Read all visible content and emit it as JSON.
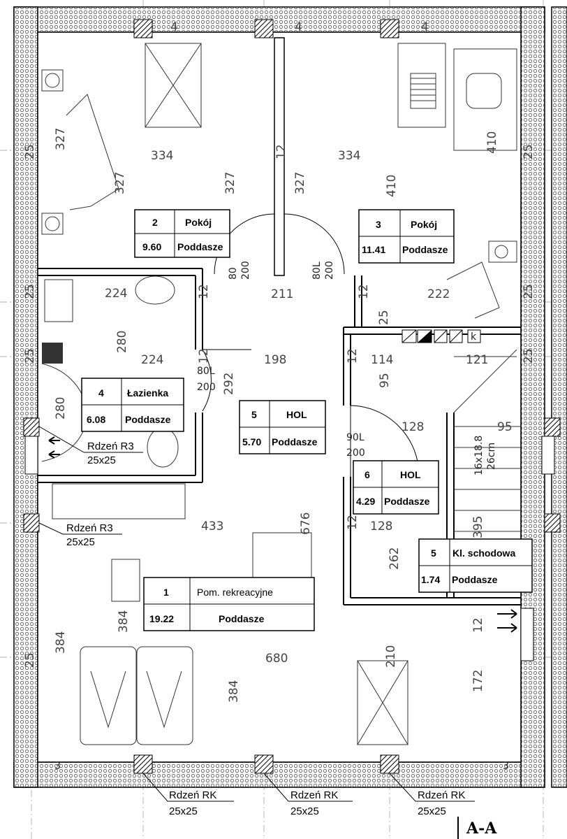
{
  "rooms": [
    {
      "num": "2",
      "name": "Pokój",
      "area": "9.60",
      "level": "Poddasze"
    },
    {
      "num": "3",
      "name": "Pokój",
      "area": "11.41",
      "level": "Poddasze"
    },
    {
      "num": "4",
      "name": "Łazienka",
      "area": "6.08",
      "level": "Poddasze"
    },
    {
      "num": "5",
      "name": "HOL",
      "area": "5.70",
      "level": "Poddasze"
    },
    {
      "num": "6",
      "name": "HOL",
      "area": "4.29",
      "level": "Poddasze"
    },
    {
      "num": "5",
      "name": "Kl. schodowa",
      "area": "1.74",
      "level": "Poddasze"
    },
    {
      "num": "1",
      "name": "Pom. rekreacyjne",
      "area": "19.22",
      "level": "Poddasze"
    }
  ],
  "cores": [
    {
      "name": "Rdzeń R3",
      "size": "25x25"
    },
    {
      "name": "Rdzeń R3",
      "size": "25x25"
    },
    {
      "name": "Rdzeń RK",
      "size": "25x25"
    },
    {
      "name": "Rdzeń RK",
      "size": "25x25"
    },
    {
      "name": "Rdzeń RK",
      "size": "25x25"
    }
  ],
  "doors": [
    {
      "width": "80",
      "height": "200"
    },
    {
      "width": "80L",
      "height": "200"
    },
    {
      "width": "80L",
      "height": "200"
    },
    {
      "width": "90L",
      "height": "200"
    }
  ],
  "stairs": {
    "steps": "16x18.8",
    "tread": "26cm"
  },
  "section": "A-A",
  "dimensions": {
    "d327": "327",
    "d334": "334",
    "d410": "410",
    "d25": "25",
    "d12": "12",
    "d4": "4",
    "d224": "224",
    "d211": "211",
    "d222": "222",
    "d280": "280",
    "d198": "198",
    "d114": "114",
    "d121": "121",
    "d292": "292",
    "d95": "95",
    "d128": "128",
    "d676": "676",
    "d433": "433",
    "d395": "395",
    "d262": "262",
    "d384": "384",
    "d680": "680",
    "d210": "210",
    "d172": "172",
    "d3": "3"
  },
  "vent_marks": {
    "k": "k"
  }
}
